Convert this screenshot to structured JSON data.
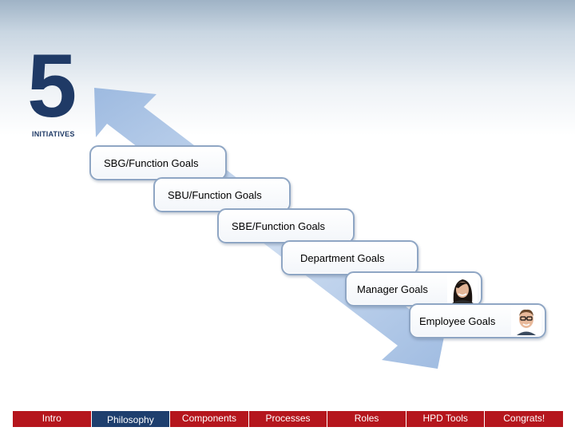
{
  "logo": {
    "number": "5",
    "word": "INITIATIVES"
  },
  "goals": [
    {
      "label": "SBG/Function Goals"
    },
    {
      "label": "SBU/Function Goals"
    },
    {
      "label": "SBE/Function Goals"
    },
    {
      "label": "Department Goals"
    },
    {
      "label": "Manager Goals",
      "avatar": "female-manager-photo"
    },
    {
      "label": "Employee Goals",
      "avatar": "male-employee-photo"
    }
  ],
  "nav": {
    "items": [
      {
        "label": "Intro"
      },
      {
        "label": "Philosophy",
        "active": true
      },
      {
        "label": "Components"
      },
      {
        "label": "Processes"
      },
      {
        "label": "Roles"
      },
      {
        "label": "HPD Tools"
      },
      {
        "label": "Congrats!"
      }
    ]
  },
  "colors": {
    "nav_bar": "#b5161d",
    "nav_active": "#1e3f6e",
    "arrow": "#9cb8de",
    "logo": "#1f3a66"
  }
}
